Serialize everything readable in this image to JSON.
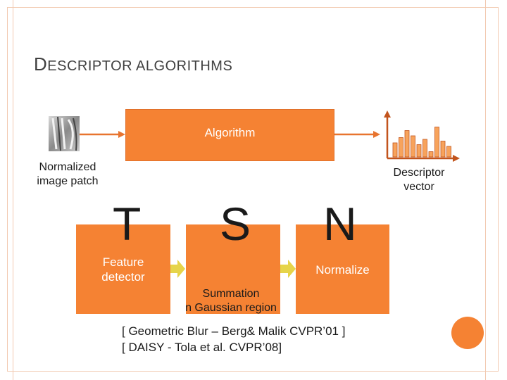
{
  "slide": {
    "title_first": "D",
    "title_rest": "ESCRIPTOR ALGORITHMS"
  },
  "pipeline": {
    "algorithm_label": "Algorithm",
    "input_label_line1": "Normalized",
    "input_label_line2": "image patch",
    "output_label_line1": "Descriptor",
    "output_label_line2": "vector"
  },
  "stages": {
    "t_letter": "T",
    "s_letter": "S",
    "n_letter": "N",
    "t_label_line1": "Feature",
    "t_label_line2": "detector",
    "s_label_line1": "Summation",
    "s_label_line2": "n Gaussian region",
    "n_label": "Normalize"
  },
  "references": {
    "line1": "[ Geometric Blur – Berg& Malik CVPR’01 ]",
    "line2": "[ DAISY - Tola et al. CVPR’08]"
  },
  "histogram": {
    "values": [
      0.4,
      0.55,
      0.75,
      0.6,
      0.35,
      0.5,
      0.15,
      0.85,
      0.45,
      0.3
    ]
  },
  "colors": {
    "accent": "#f58233",
    "arrow": "#e8742f",
    "bar": "#f7a35c",
    "block_arrow": "#e6d44a",
    "dot_dark": "#c2541d",
    "dot_light": "#f6b08a"
  }
}
